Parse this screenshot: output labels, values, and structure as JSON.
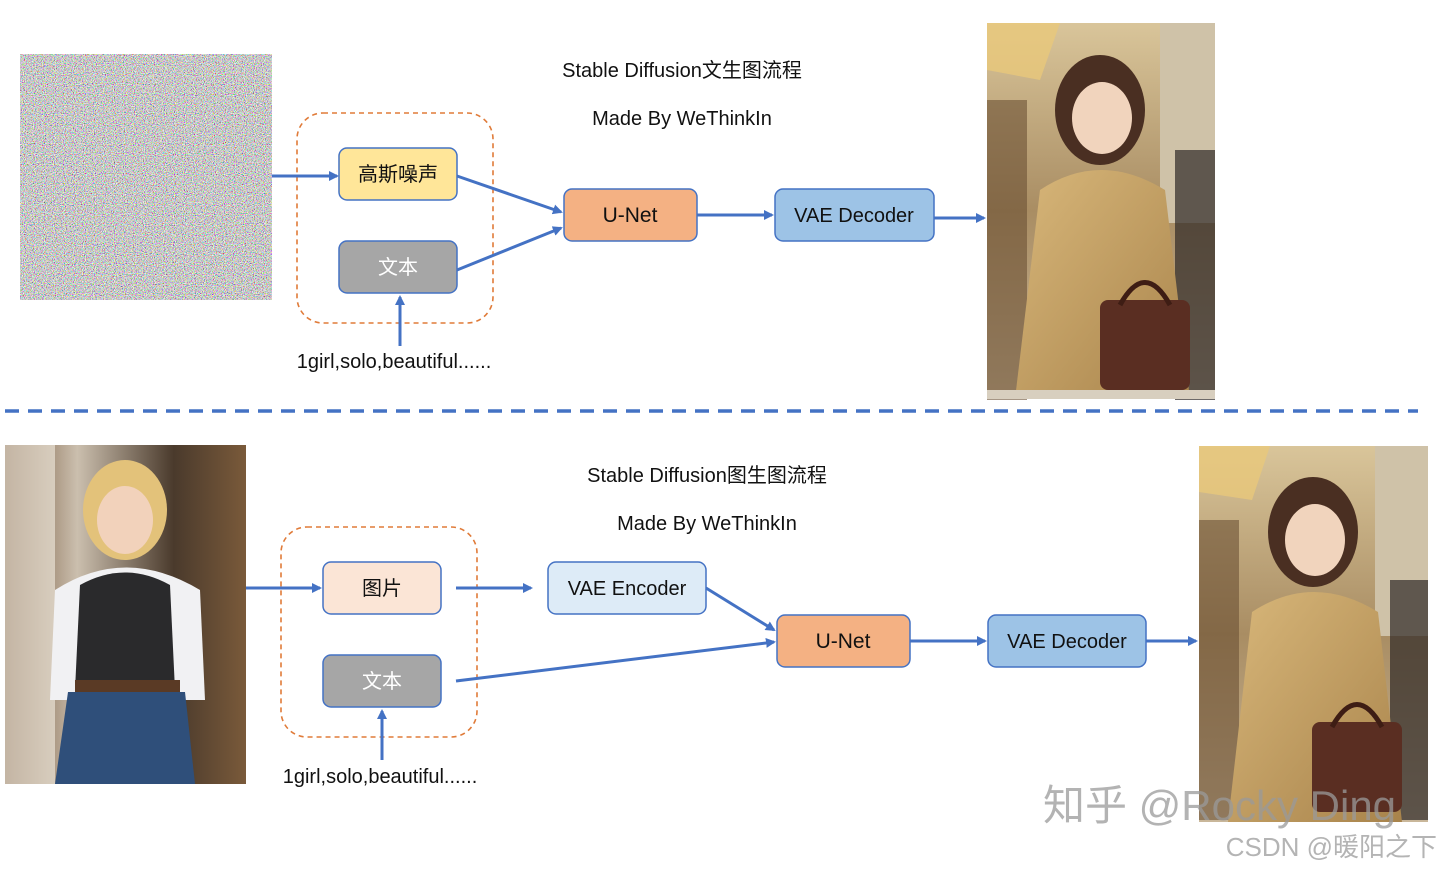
{
  "top": {
    "title": "Stable Diffusion文生图流程",
    "subtitle": "Made By WeThinkIn",
    "box_noise": "高斯噪声",
    "box_text": "文本",
    "box_unet": "U-Net",
    "box_vae_decoder": "VAE Decoder",
    "prompt": "1girl,solo,beautiful......"
  },
  "bottom": {
    "title": "Stable Diffusion图生图流程",
    "subtitle": "Made By WeThinkIn",
    "box_image": "图片",
    "box_text": "文本",
    "box_vae_encoder": "VAE Encoder",
    "box_unet": "U-Net",
    "box_vae_decoder": "VAE Decoder",
    "prompt": "1girl,solo,beautiful......"
  },
  "watermark": {
    "zhihu": "知乎 @Rocky Ding",
    "csdn": "CSDN @暖阳之下"
  },
  "colors": {
    "arrow": "#4472C4",
    "dashed_group": "#E07B39",
    "noise_box": "#FFE699",
    "text_box": "#A6A6A6",
    "unet_box": "#F4B183",
    "vae_box": "#9DC3E6",
    "image_box": "#FBE5D6",
    "encoder_box": "#DDEBF7",
    "box_border": "#4472C4"
  }
}
